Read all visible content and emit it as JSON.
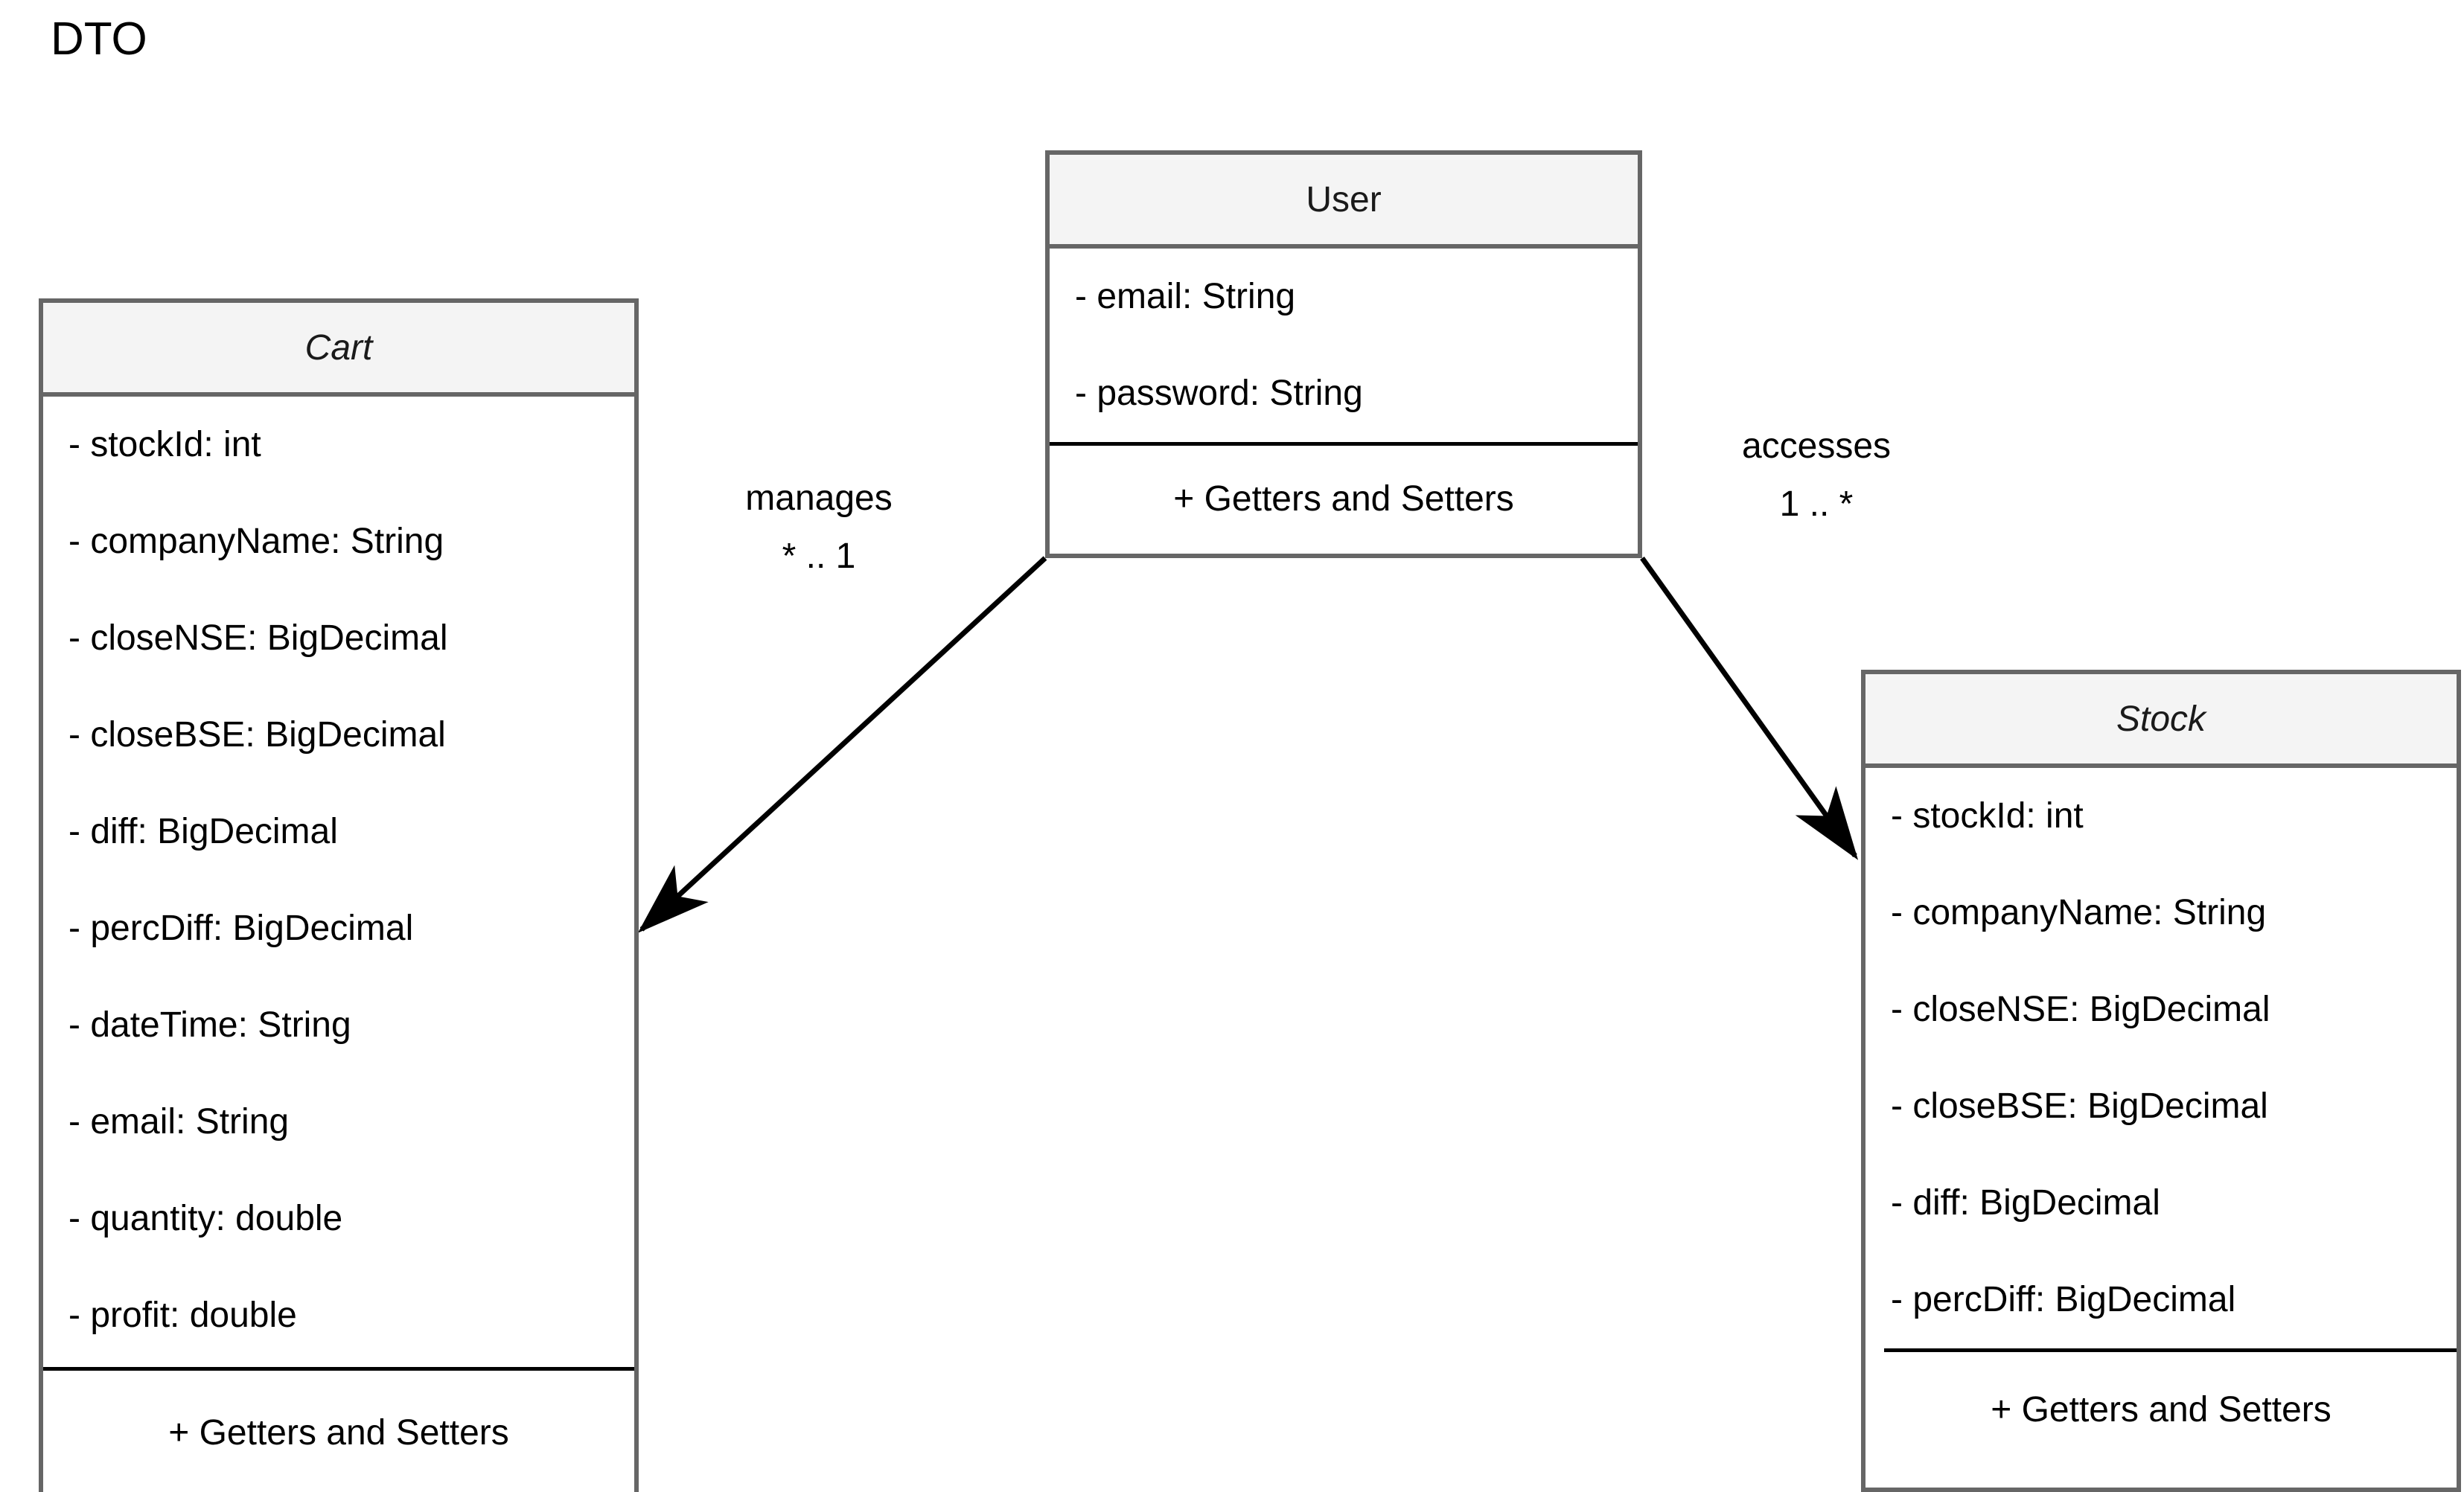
{
  "diagram": {
    "title": "DTO"
  },
  "classes": [
    {
      "id": "cart",
      "name": "Cart",
      "name_style": "italic",
      "attributes": [
        "- stockId: int",
        "- companyName: String",
        "- closeNSE: BigDecimal",
        "- closeBSE: BigDecimal",
        "- diff: BigDecimal",
        "- percDiff: BigDecimal",
        "- dateTime: String",
        "- email: String",
        "- quantity: double",
        "- profit: double"
      ],
      "methods": [
        "+ Getters and Setters"
      ]
    },
    {
      "id": "user",
      "name": "User",
      "name_style": "normal",
      "attributes": [
        "- email: String",
        "- password: String"
      ],
      "methods": [
        "+ Getters and Setters"
      ]
    },
    {
      "id": "stock",
      "name": "Stock",
      "name_style": "italic",
      "attributes": [
        "- stockId: int",
        "- companyName: String",
        "- closeNSE: BigDecimal",
        "- closeBSE: BigDecimal",
        "- diff: BigDecimal",
        "- percDiff: BigDecimal"
      ],
      "methods": [
        "+ Getters and Setters"
      ]
    }
  ],
  "relationships": [
    {
      "id": "manages",
      "label": "manages",
      "multiplicity": "* .. 1",
      "from": "user",
      "to": "cart"
    },
    {
      "id": "accesses",
      "label": "accesses",
      "multiplicity": "1 .. *",
      "from": "user",
      "to": "stock"
    }
  ],
  "colors": {
    "border": "#666666",
    "header_fill": "#f4f4f4",
    "body_fill": "#ffffff",
    "text": "#000000",
    "connector": "#000000",
    "background": "#ffffff"
  }
}
